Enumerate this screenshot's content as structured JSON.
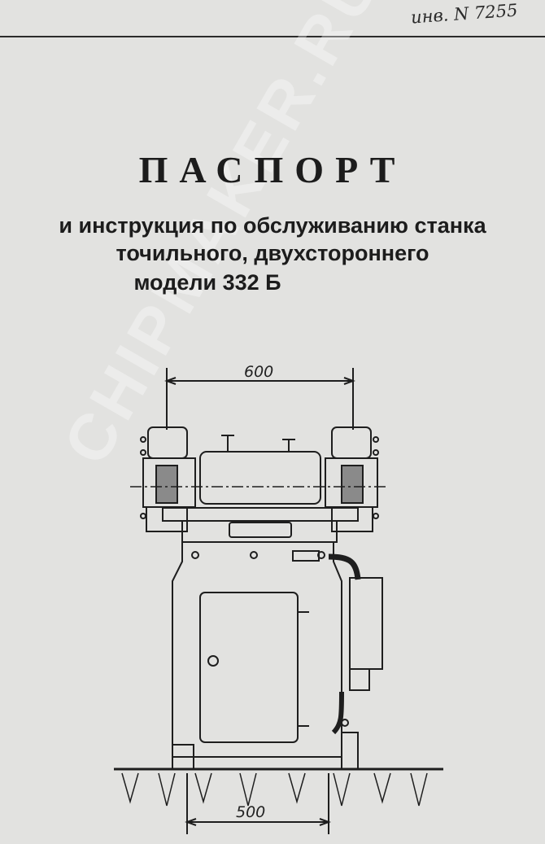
{
  "header": {
    "inventory_number": "инв. N 7255"
  },
  "title": "ПАСПОРТ",
  "subtitle_lines": [
    "и инструкция по обслуживанию станка",
    "точильного, двухстороннего",
    "модели 332 Б"
  ],
  "drawing": {
    "dimension_top": "600",
    "dimension_bottom": "500"
  },
  "watermark": "CHIPMAKER.RU"
}
